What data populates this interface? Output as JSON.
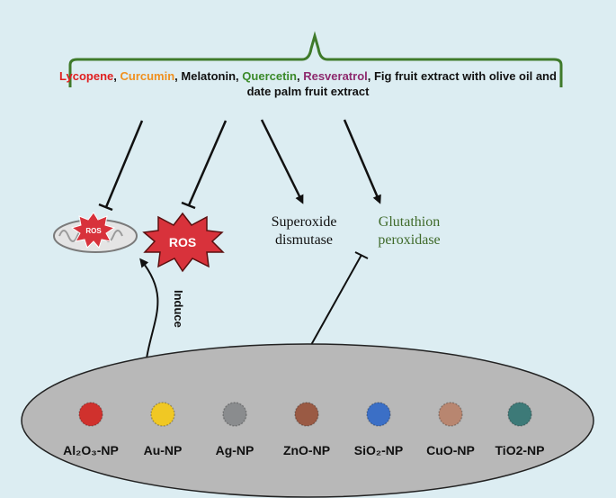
{
  "compounds": [
    {
      "text": "Lycopene",
      "color": "#e02020"
    },
    {
      "text": ", ",
      "color": "#111111"
    },
    {
      "text": "Curcumin",
      "color": "#f0901e"
    },
    {
      "text": ", Melatonin, ",
      "color": "#111111"
    },
    {
      "text": "Quercetin",
      "color": "#3b8a2a"
    },
    {
      "text": ", ",
      "color": "#111111"
    },
    {
      "text": "Resveratrol",
      "color": "#8e2a6e"
    },
    {
      "text": ", Fig fruit extract with olive oil and date palm fruit extract",
      "color": "#111111"
    }
  ],
  "ros_mito_label": "ROS",
  "ros_burst_label": "ROS",
  "sod_label": "Superoxide\ndismutase",
  "gpx_label": "Glutathion\nperoxidase",
  "induce_label": "Induce",
  "nanoparticles": [
    {
      "label": "Al₂O₃-NP",
      "color": "#d0312d"
    },
    {
      "label": "Au-NP",
      "color": "#f0c824"
    },
    {
      "label": "Ag-NP",
      "color": "#8a8c8e"
    },
    {
      "label": "ZnO-NP",
      "color": "#9a5a44"
    },
    {
      "label": "SiO₂-NP",
      "color": "#3b6fc6"
    },
    {
      "label": "CuO-NP",
      "color": "#b88670"
    },
    {
      "label": "TiO2-NP",
      "color": "#3d7a78"
    }
  ],
  "colors": {
    "background": "#dcedf2",
    "bracket": "#3f7a2a",
    "ellipse": "#b8b8b8",
    "ros_red": "#d8323b",
    "gpx_text": "#3f6a2a"
  }
}
